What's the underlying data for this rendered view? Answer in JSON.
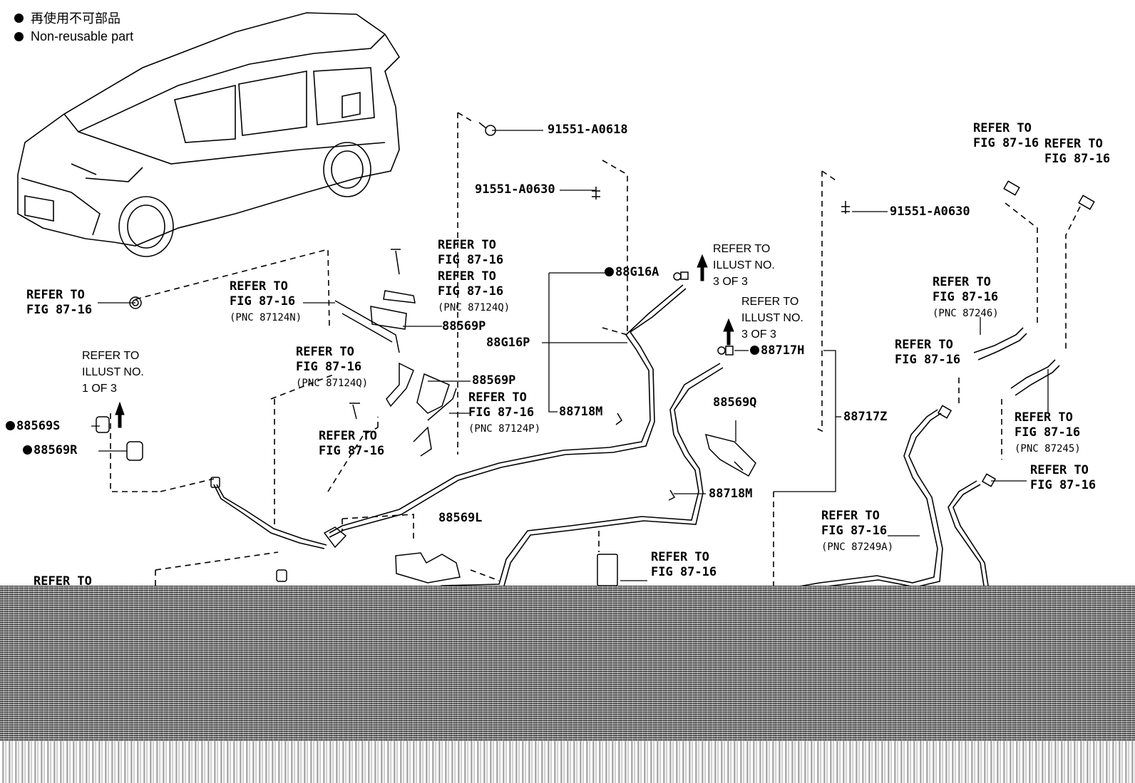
{
  "legend": {
    "reuse_label": "再使用不可部品",
    "nonreusable_label": "Non-reusable part"
  },
  "part_numbers": {
    "p91551_a0618": "91551-A0618",
    "p91551_a0630_a": "91551-A0630",
    "p91551_a0630_b": "91551-A0630",
    "p88g16a": "88G16A",
    "p88g16p": "88G16P",
    "p88569p_a": "88569P",
    "p88569p_b": "88569P",
    "p88569s": "88569S",
    "p88569r": "88569R",
    "p88718m_a": "88718M",
    "p88718m_b": "88718M",
    "p88717h": "88717H",
    "p88569q": "88569Q",
    "p88717z": "88717Z",
    "p88569l": "88569L"
  },
  "refer": {
    "refer_to": "REFER TO",
    "fig_87_16": "FIG 87-16",
    "illust_no": "ILLUST NO.",
    "one_of_3": "1 OF 3",
    "three_of_3": "3 OF 3",
    "pnc_87124n": "(PNC 87124N)",
    "pnc_87124q_a": "(PNC 87124Q)",
    "pnc_87124q_b": "(PNC 87124Q)",
    "pnc_87124p": "(PNC 87124P)",
    "pnc_87246": "(PNC 87246)",
    "pnc_87245": "(PNC 87245)",
    "pnc_87249a": "(PNC 87249A)",
    "partial_refer": "REFER TO"
  }
}
